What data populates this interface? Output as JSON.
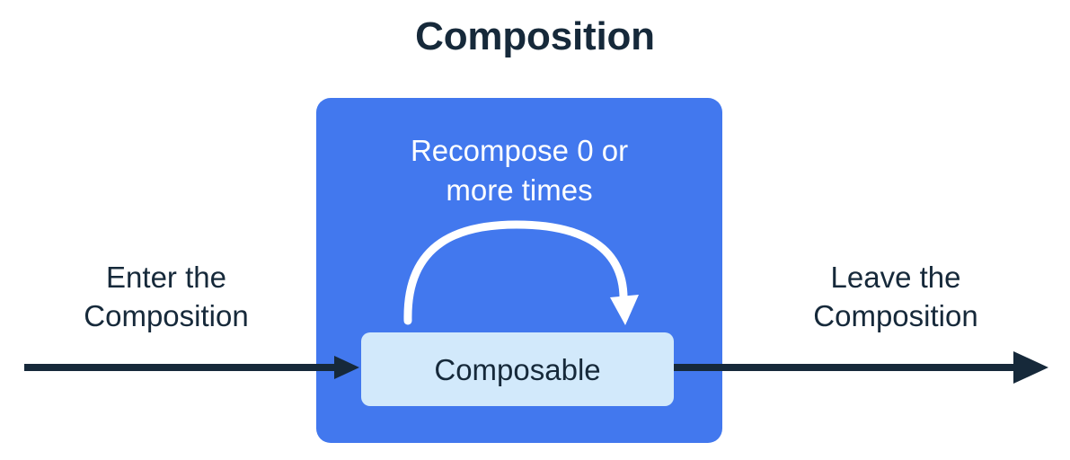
{
  "diagram": {
    "title": "Composition",
    "colors": {
      "background": "#ffffff",
      "title_text": "#16293a",
      "composition_box": "#4278ee",
      "composable_box": "#d2e9fb",
      "composable_text": "#16293a",
      "recompose_text": "#ffffff",
      "arrow": "#16293a",
      "recompose_arrow": "#ffffff",
      "side_label_text": "#16293a"
    },
    "composition": {
      "recompose_label_line1": "Recompose 0 or",
      "recompose_label_line2": "more times",
      "recompose_label": "Recompose 0 or more times",
      "composable_label": "Composable"
    },
    "enter_label": {
      "line1": "Enter the",
      "line2": "Composition",
      "full": "Enter the Composition"
    },
    "leave_label": {
      "line1": "Leave the",
      "line2": "Composition",
      "full": "Leave the Composition"
    },
    "icons": {
      "enter_arrow": "arrow-right-icon",
      "leave_arrow": "arrow-right-icon",
      "recompose_arrow": "curved-loop-arrow-icon"
    }
  }
}
